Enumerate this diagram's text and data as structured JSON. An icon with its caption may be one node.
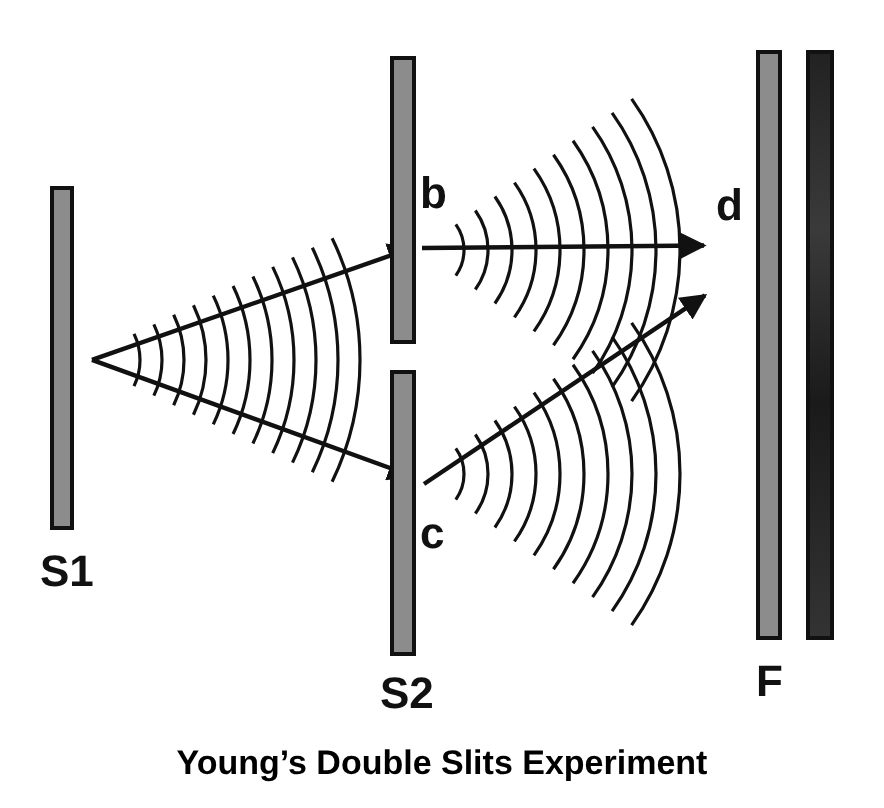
{
  "diagram": {
    "caption": "Young’s Double Slits Experiment",
    "nodes": [
      {
        "text": [
          "S1"
        ]
      },
      {
        "text": [
          "S2"
        ]
      },
      {
        "text": [
          "b"
        ],
        "in": 1
      },
      {
        "text": [
          "c"
        ],
        "in": 1
      },
      {
        "text": [
          "d"
        ]
      },
      {
        "text": [
          "F"
        ]
      },
      {
        "text": [],
        "shape": "bar"
      }
    ],
    "edges": [
      {
        "from": 0,
        "to": 2,
        "arrow": "to"
      },
      {
        "from": 0,
        "to": 3,
        "arrow": "to"
      },
      {
        "from": 2,
        "to": 4,
        "arrow": "to"
      },
      {
        "from": 3,
        "to": 4,
        "arrow": "to"
      }
    ]
  }
}
